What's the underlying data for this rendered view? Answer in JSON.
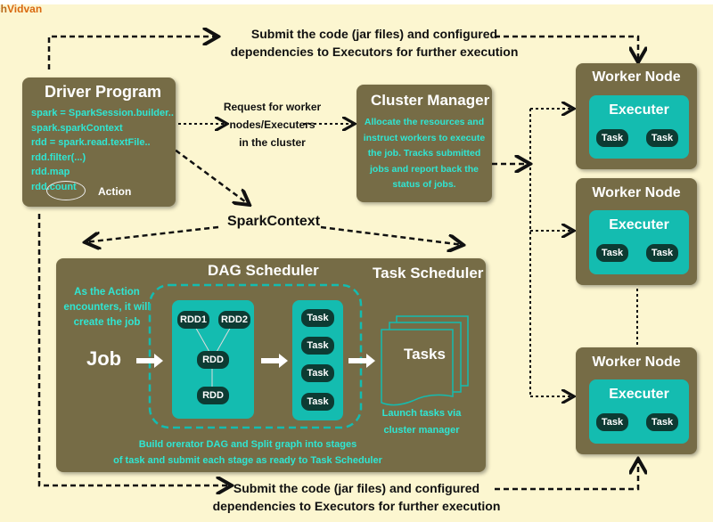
{
  "logo": {
    "text_a": "ch",
    "text_b": "Vidvan"
  },
  "top_note": {
    "line1": "Submit the code (jar files) and configured",
    "line2": "dependencies to Executors for further execution"
  },
  "bottom_note": {
    "line1": "Submit the code (jar files) and configured",
    "line2": "dependencies to Executors for further execution"
  },
  "driver": {
    "title": "Driver Program",
    "code": [
      "spark = SparkSession.builder..",
      "spark.sparkContext",
      "rdd = spark.read.textFile..",
      "rdd.filter(...)",
      "rdd.map",
      "rdd.count"
    ],
    "action_label": "Action"
  },
  "request_note": {
    "line1": "Request for worker",
    "line2": "nodes/Executers",
    "line3": "in the cluster"
  },
  "cluster_manager": {
    "title": "Cluster Manager",
    "desc": [
      "Allocate the resources and",
      "instruct workers to execute",
      "the job. Tracks submitted",
      "jobs and report back the",
      "status of jobs."
    ]
  },
  "spark_context": "SparkContext",
  "workers": [
    {
      "title": "Worker Node",
      "executor": "Executer",
      "tasks": [
        "Task",
        "Task"
      ]
    },
    {
      "title": "Worker Node",
      "executor": "Executer",
      "tasks": [
        "Task",
        "Task"
      ]
    },
    {
      "title": "Worker Node",
      "executor": "Executer",
      "tasks": [
        "Task",
        "Task"
      ]
    }
  ],
  "scheduler": {
    "dag_title": "DAG Scheduler",
    "task_title": "Task Scheduler",
    "action_note": [
      "As the Action",
      "encounters, it will",
      "create the job"
    ],
    "job": "Job",
    "rdds": [
      "RDD1",
      "RDD2",
      "RDD",
      "RDD"
    ],
    "tasks": [
      "Task",
      "Task",
      "Task",
      "Task"
    ],
    "tasks_doc": "Tasks",
    "launch_note": [
      "Launch tasks via",
      "cluster manager"
    ],
    "build_note": [
      "Build orerator DAG and Split graph into stages",
      "of task and submit each stage as ready  to Task Scheduler"
    ]
  },
  "watermark": "TechVidvan",
  "colors": {
    "background": "#fcf6d0",
    "box": "#766c46",
    "teal": "#14bcb0",
    "cyan_text": "#2fe6d3",
    "pill": "#0d3b33"
  }
}
